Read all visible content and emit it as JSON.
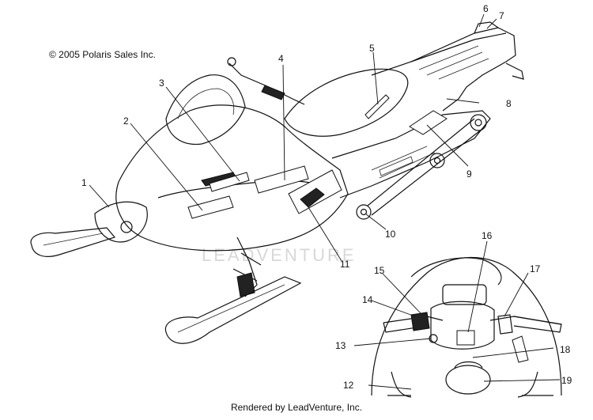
{
  "copyright": "© 2005 Polaris Sales Inc.",
  "credit": "Rendered by LeadVenture, Inc.",
  "watermark": "LEADVENTURE",
  "callouts": [
    {
      "id": "c1",
      "label": "1"
    },
    {
      "id": "c2",
      "label": "2"
    },
    {
      "id": "c3",
      "label": "3"
    },
    {
      "id": "c4",
      "label": "4"
    },
    {
      "id": "c5",
      "label": "5"
    },
    {
      "id": "c6",
      "label": "6"
    },
    {
      "id": "c7",
      "label": "7"
    },
    {
      "id": "c8",
      "label": "8"
    },
    {
      "id": "c9",
      "label": "9"
    },
    {
      "id": "c10",
      "label": "10"
    },
    {
      "id": "c11",
      "label": "11"
    },
    {
      "id": "c12",
      "label": "12"
    },
    {
      "id": "c13",
      "label": "13"
    },
    {
      "id": "c14",
      "label": "14"
    },
    {
      "id": "c15",
      "label": "15"
    },
    {
      "id": "c16",
      "label": "16"
    },
    {
      "id": "c17",
      "label": "17"
    },
    {
      "id": "c18",
      "label": "18"
    },
    {
      "id": "c19",
      "label": "19"
    }
  ]
}
